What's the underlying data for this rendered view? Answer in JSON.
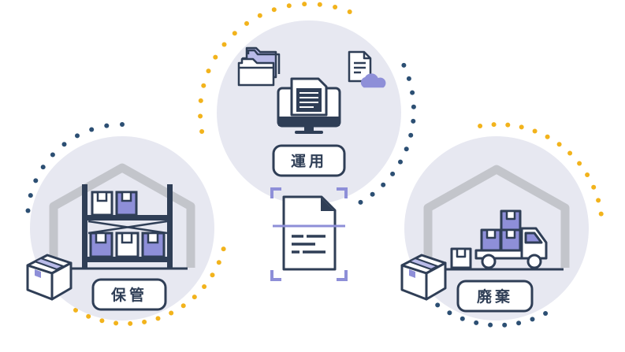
{
  "stages": [
    {
      "id": "storage",
      "label": "保管"
    },
    {
      "id": "operation",
      "label": "運用"
    },
    {
      "id": "disposal",
      "label": "廃棄"
    }
  ],
  "icons": {
    "storage": [
      "warehouse-shelf-icon",
      "cardboard-box-icon"
    ],
    "operation": [
      "folder-icon",
      "cloud-document-icon",
      "computer-monitor-icon",
      "document-scan-icon"
    ],
    "disposal": [
      "garage-icon",
      "delivery-truck-icon",
      "cardboard-box-icon"
    ]
  },
  "colors": {
    "circle_fill": "#e7e8f1",
    "navy": "#2f3e56",
    "lavender": "#8e8fd8",
    "lavender_light": "#b9bbe8",
    "dot_yellow": "#f2b31c",
    "dot_navy": "#2c4f73",
    "warehouse_outline": "#c3c5cb"
  }
}
